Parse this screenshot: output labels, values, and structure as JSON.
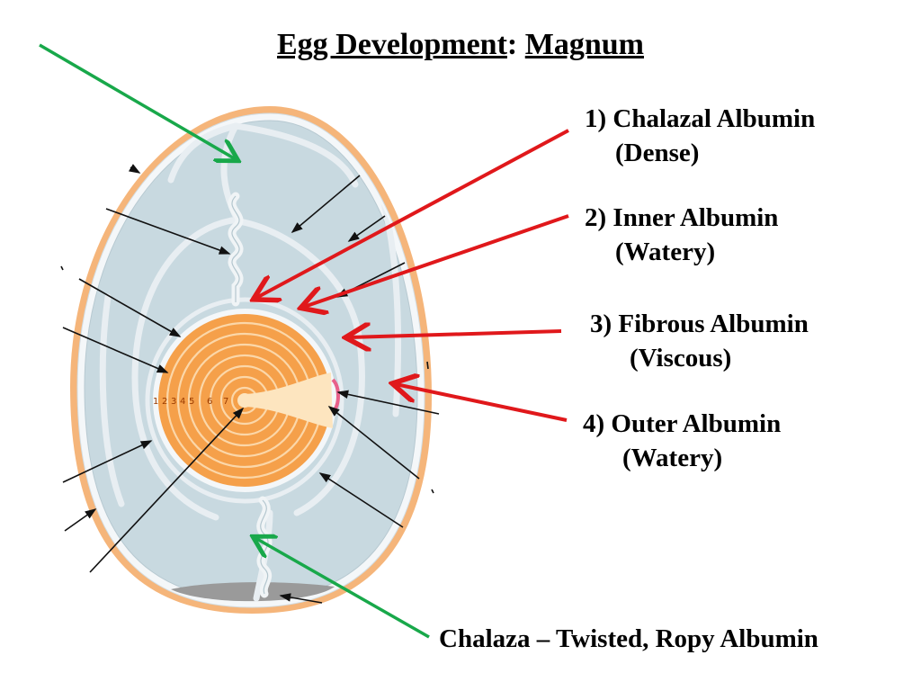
{
  "title": {
    "part1": "Egg Development",
    "separator": ":",
    "part2": "Magnum"
  },
  "labels": [
    {
      "line1": "1) Chalazal Albumin",
      "line2": "(Dense)"
    },
    {
      "line1": "2) Inner Albumin",
      "line2": "(Watery)"
    },
    {
      "line1": "3) Fibrous Albumin",
      "line2": "(Viscous)"
    },
    {
      "line1": "4) Outer Albumin",
      "line2": "(Watery)"
    },
    {
      "line1": "Chalaza – Twisted, Ropy Albumin"
    }
  ],
  "yolk_numbers": [
    "1",
    "2",
    "3",
    "4",
    "5",
    "6",
    "7"
  ],
  "colors": {
    "shell": "#f5b57a",
    "albumin": "#c8d9e0",
    "membrane": "#e8eef2",
    "yolk": "#f5a04a",
    "red_arrow": "#e0181b",
    "green_arrow": "#18a84a"
  }
}
